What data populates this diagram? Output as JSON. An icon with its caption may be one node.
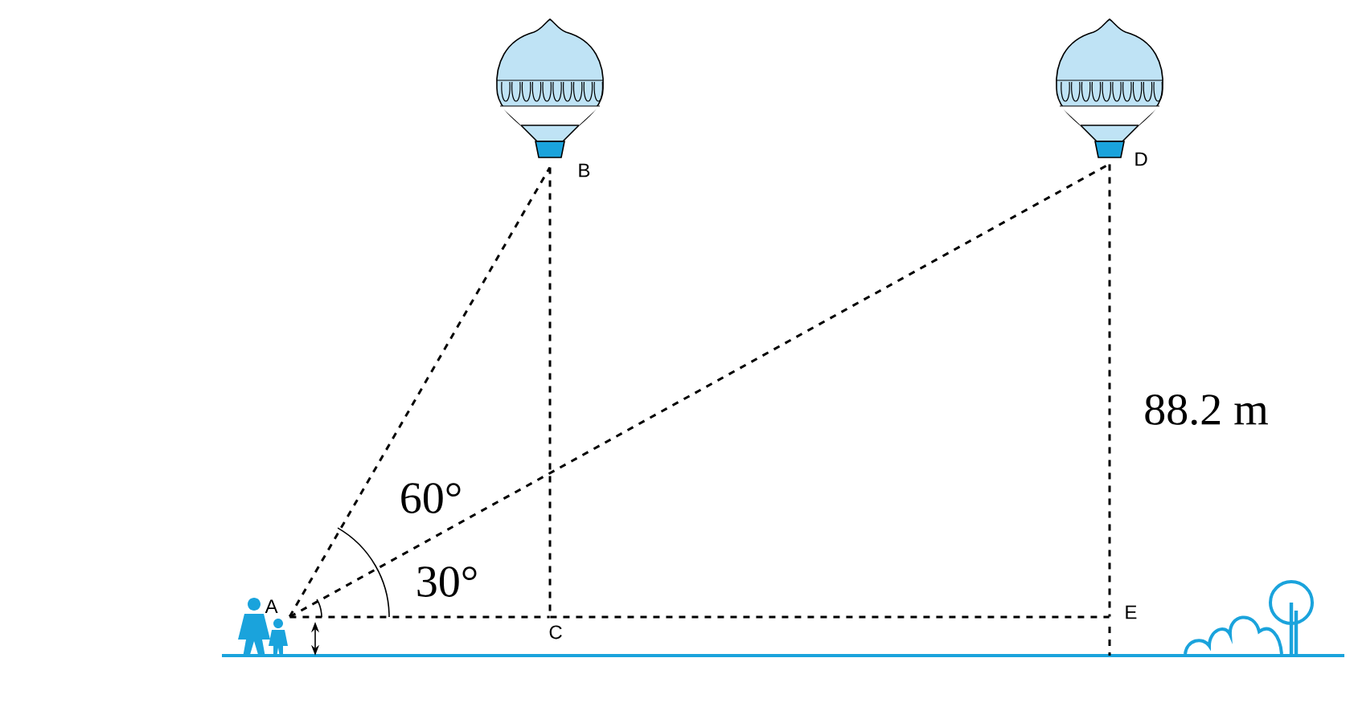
{
  "diagram": {
    "nodes": [
      {
        "text": [
          "A"
        ]
      },
      {
        "text": [
          "B"
        ]
      },
      {
        "text": [
          "C"
        ]
      },
      {
        "text": [
          "D"
        ]
      },
      {
        "text": [
          "E"
        ]
      }
    ],
    "edges": [
      {
        "from": 0,
        "to": 1,
        "arrow": "none"
      },
      {
        "from": 0,
        "to": 3,
        "arrow": "none"
      },
      {
        "from": 1,
        "to": 2,
        "arrow": "none"
      },
      {
        "from": 0,
        "to": 2,
        "arrow": "none"
      },
      {
        "from": 2,
        "to": 4,
        "arrow": "none"
      },
      {
        "from": 3,
        "to": 4,
        "arrow": "none"
      }
    ],
    "labels": [
      "60°",
      "30°",
      "88.2 m"
    ]
  }
}
